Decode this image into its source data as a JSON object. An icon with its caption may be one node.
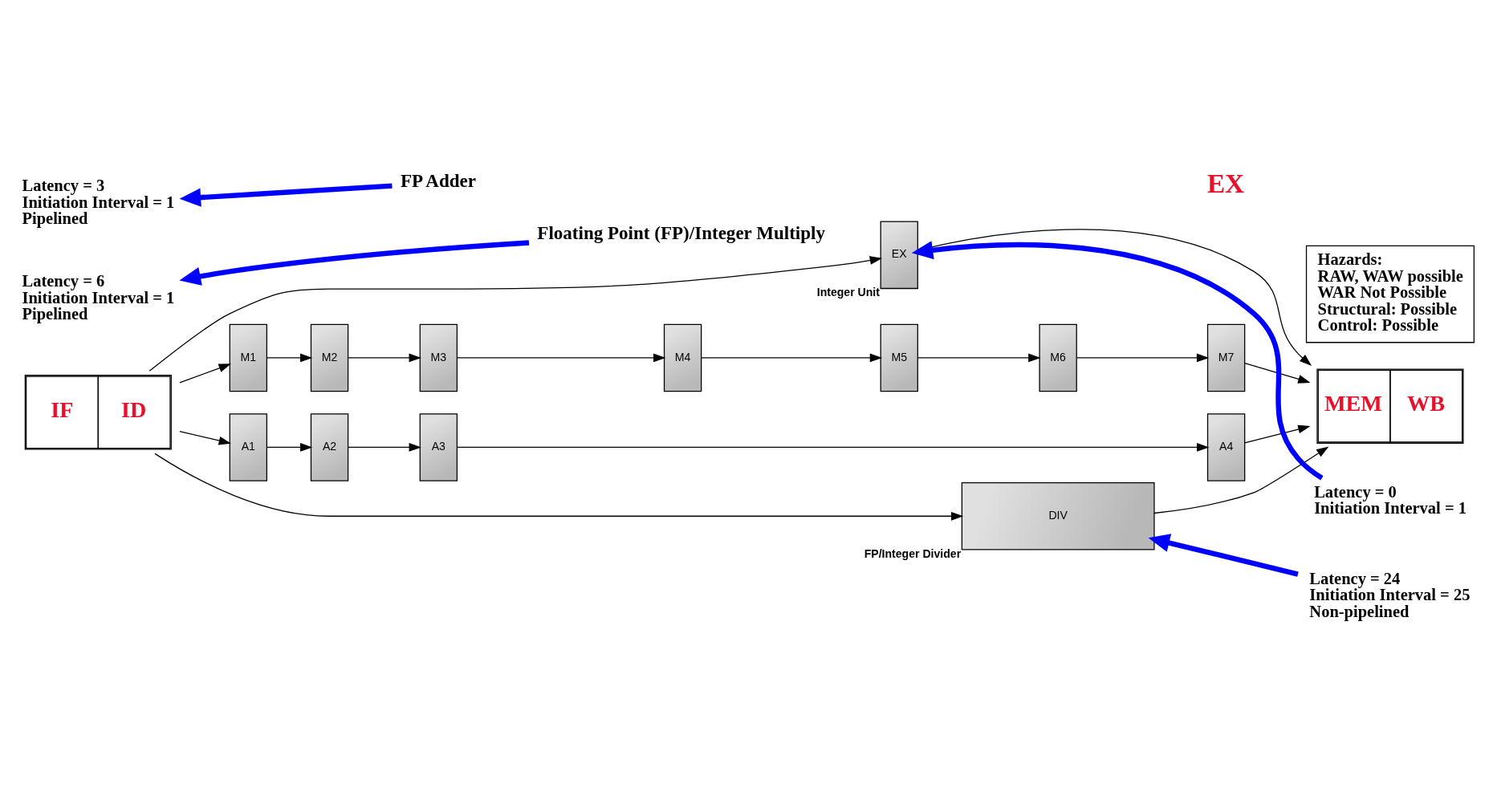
{
  "diagram": {
    "nodes": [
      {
        "text": [
          "IF",
          "ID"
        ]
      },
      {
        "text": [
          "EX"
        ],
        "beside": [
          "Integer Unit"
        ]
      },
      {
        "text": [
          "Floating Point (FP)/Integer Multiply"
        ]
      },
      {
        "text": [
          "M1"
        ]
      },
      {
        "text": [
          "M2"
        ]
      },
      {
        "text": [
          "M3"
        ]
      },
      {
        "text": [
          "M4"
        ]
      },
      {
        "text": [
          "M5"
        ]
      },
      {
        "text": [
          "M6"
        ]
      },
      {
        "text": [
          "M7"
        ]
      },
      {
        "text": [
          "FP Adder"
        ]
      },
      {
        "text": [
          "A1"
        ]
      },
      {
        "text": [
          "A2"
        ]
      },
      {
        "text": [
          "A3"
        ]
      },
      {
        "text": [
          "A4"
        ]
      },
      {
        "text": [
          "DIV"
        ],
        "beside": [
          "FP/Integer Divider"
        ]
      },
      {
        "text": [
          "MEM",
          "WB"
        ]
      },
      {
        "text": [
          "Latency = 6",
          "Initiation Interval = 1",
          "Pipelined"
        ]
      },
      {
        "text": [
          "Latency = 0",
          "Initiation Interval = 1"
        ]
      },
      {
        "text": [
          "Latency = 3",
          "Initiation Interval = 1",
          "Pipelined"
        ]
      },
      {
        "text": [
          "Latency = 24",
          "Initiation Interval = 25",
          "Non-pipelined"
        ]
      },
      {
        "text": [
          "Hazards:",
          "RAW, WAW possible",
          "WAR Not Possible",
          "Structural: Possible",
          "Control: Possible"
        ]
      }
    ],
    "edges": [
      {
        "from": 0,
        "to": 1,
        "arrow": "to"
      },
      {
        "from": 0,
        "to": 3,
        "arrow": "to"
      },
      {
        "from": 3,
        "to": 4,
        "arrow": "to"
      },
      {
        "from": 4,
        "to": 5,
        "arrow": "to"
      },
      {
        "from": 5,
        "to": 6,
        "arrow": "to"
      },
      {
        "from": 6,
        "to": 7,
        "arrow": "to"
      },
      {
        "from": 7,
        "to": 8,
        "arrow": "to"
      },
      {
        "from": 8,
        "to": 9,
        "arrow": "to"
      },
      {
        "from": 9,
        "to": 16,
        "arrow": "to"
      },
      {
        "from": 0,
        "to": 11,
        "arrow": "to"
      },
      {
        "from": 11,
        "to": 12,
        "arrow": "to"
      },
      {
        "from": 12,
        "to": 13,
        "arrow": "to"
      },
      {
        "from": 13,
        "to": 14,
        "arrow": "to"
      },
      {
        "from": 14,
        "to": 16,
        "arrow": "to"
      },
      {
        "from": 0,
        "to": 15,
        "arrow": "to"
      },
      {
        "from": 15,
        "to": 16,
        "arrow": "to"
      },
      {
        "from": 1,
        "to": 16,
        "arrow": "to"
      },
      {
        "from": 2,
        "to": 17,
        "arrow": "to",
        "style": "thick",
        "color": "#0000ff"
      },
      {
        "from": 18,
        "to": 1,
        "arrow": "to",
        "style": "thick",
        "color": "#0000ff"
      },
      {
        "from": 10,
        "to": 19,
        "arrow": "to",
        "style": "thick",
        "color": "#0000ff"
      },
      {
        "from": 20,
        "to": 15,
        "arrow": "to",
        "style": "thick",
        "color": "#0000ff"
      }
    ],
    "labels": [
      "EX"
    ]
  }
}
